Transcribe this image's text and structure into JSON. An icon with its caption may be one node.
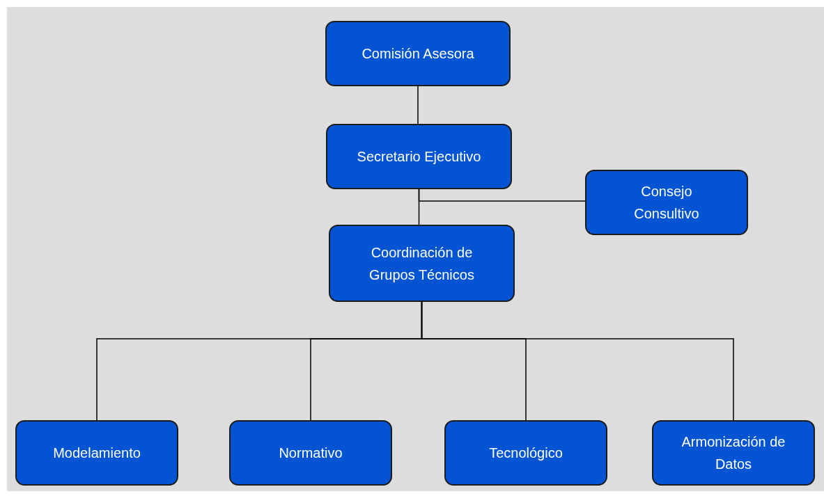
{
  "diagram": {
    "nodes": [
      {
        "text": [
          "Comisión Asesora"
        ]
      },
      {
        "text": [
          "Secretario Ejecutivo"
        ]
      },
      {
        "text": [
          "Consejo Consultivo"
        ]
      },
      {
        "text": [
          "Coordinación de Grupos Técnicos"
        ]
      },
      {
        "text": [
          "Modelamiento"
        ]
      },
      {
        "text": [
          "Normativo"
        ]
      },
      {
        "text": [
          "Tecnológico"
        ]
      },
      {
        "text": [
          "Armonización de Datos"
        ]
      }
    ],
    "edges": [
      {
        "from": 0,
        "to": 1,
        "arrow": "none"
      },
      {
        "from": 1,
        "to": 3,
        "arrow": "none"
      },
      {
        "from": 1,
        "to": 2,
        "arrow": "none"
      },
      {
        "from": 3,
        "to": 4,
        "arrow": "none"
      },
      {
        "from": 3,
        "to": 5,
        "arrow": "none"
      },
      {
        "from": 3,
        "to": 6,
        "arrow": "none"
      },
      {
        "from": 3,
        "to": 7,
        "arrow": "none"
      }
    ]
  }
}
